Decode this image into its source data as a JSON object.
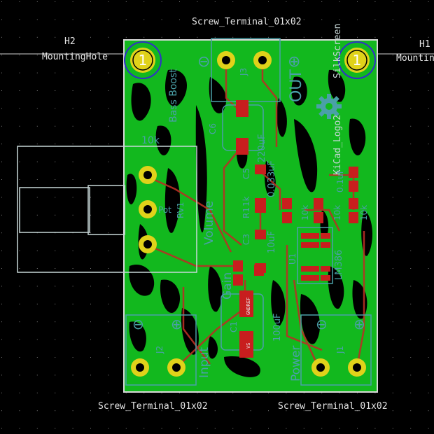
{
  "viewer": {
    "background": "#000000",
    "colors": {
      "copper_fill": "#12b81e",
      "copper_dark": "#0a7a12",
      "board_edge": "#d8d8d8",
      "silkscreen": "#4aa0a8",
      "fab": "#c8c8c8",
      "pad": "#e0d21a",
      "smd_pad": "#c81e1e",
      "track": "#c0392b",
      "grid_dot": "#7a7a7a"
    }
  },
  "labels": {
    "top_terminal": "Screw_Terminal_01x02",
    "h2_ref": "H2",
    "h2_value": "MountingHole",
    "h1_ref": "H1",
    "h1_value": "Mountin",
    "bottom_left_terminal": "Screw_Terminal_01x02",
    "bottom_right_terminal": "Screw_Terminal_01x02"
  },
  "silkscreen": {
    "minus": "⊖",
    "plus": "⊕",
    "out": "OUT",
    "j3": "J3",
    "input": "Input",
    "j2": "J2",
    "power": "Power",
    "j1": "J1",
    "volume": "Volume",
    "gain": "Gain",
    "bass_boost": "Bass Boost",
    "c6": "C6",
    "c5": "C5",
    "c1": "C1",
    "c3": "C3",
    "r1": "R1",
    "u1": "U1",
    "rv1": "RV1",
    "lm386": "LM386",
    "val_220uf": "220uF",
    "val_0033uf": "0.033uF",
    "val_10uf": "10uF",
    "val_100uf": "100uF",
    "val_01uf": "0.1uF",
    "val_10k_a": "10k",
    "val_10k_b": "10k",
    "val_10k_c": "10k",
    "val_10k_d": "10k",
    "val_1k": "1k",
    "pot": "Pot",
    "logo_silkscreen": "SilkScreen",
    "logo": "KiCad_Logo2",
    "pin_one": "1",
    "gndref": "GNDREF",
    "vs": "VS"
  }
}
